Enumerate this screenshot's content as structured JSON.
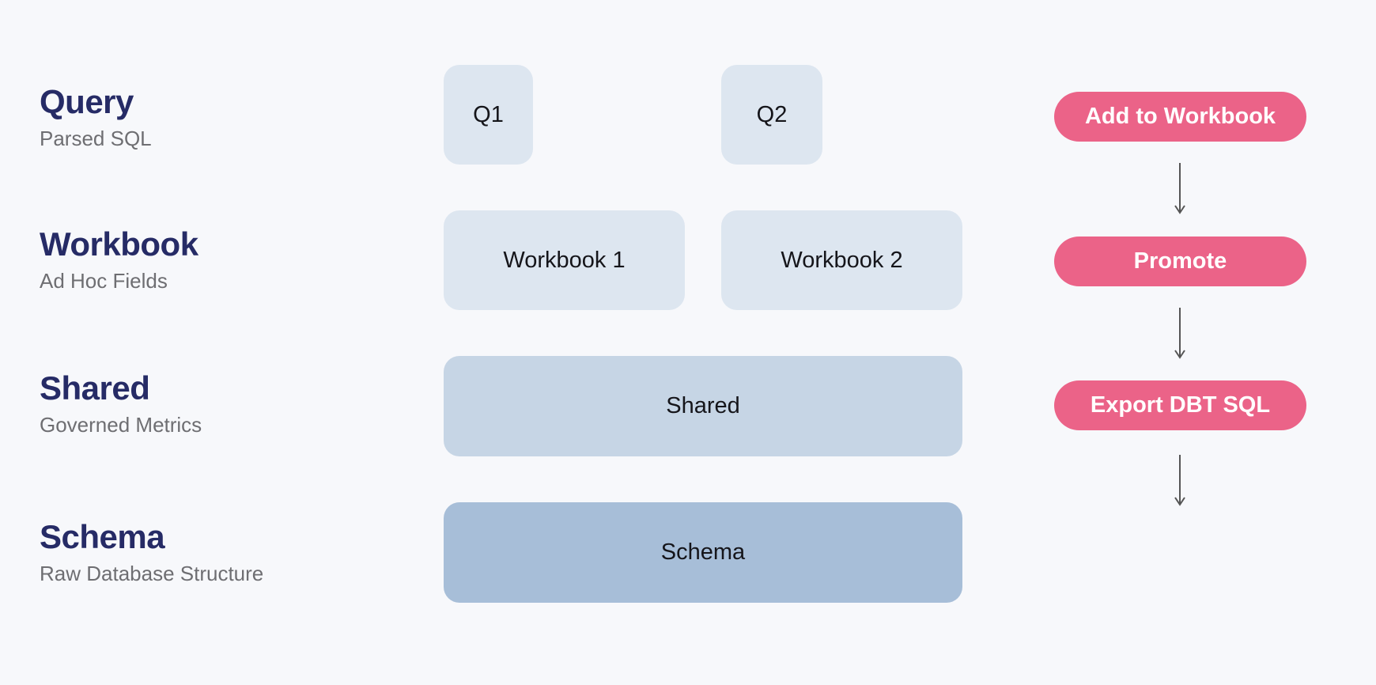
{
  "layers": [
    {
      "title": "Query",
      "subtitle": "Parsed SQL"
    },
    {
      "title": "Workbook",
      "subtitle": "Ad Hoc Fields"
    },
    {
      "title": "Shared",
      "subtitle": "Governed Metrics"
    },
    {
      "title": "Schema",
      "subtitle": "Raw Database Structure"
    }
  ],
  "boxes": {
    "q1": "Q1",
    "q2": "Q2",
    "workbook1": "Workbook 1",
    "workbook2": "Workbook 2",
    "shared": "Shared",
    "schema": "Schema"
  },
  "actions": {
    "add_to_workbook": "Add to Workbook",
    "promote": "Promote",
    "export_dbt_sql": "Export DBT SQL"
  },
  "colors": {
    "background": "#f7f8fb",
    "title": "#262b66",
    "subtitle": "#6e6e72",
    "box_light": "#dde6f0",
    "box_mid": "#c6d5e5",
    "box_dark": "#a7bed8",
    "action": "#eb6388",
    "arrow": "#555555"
  }
}
